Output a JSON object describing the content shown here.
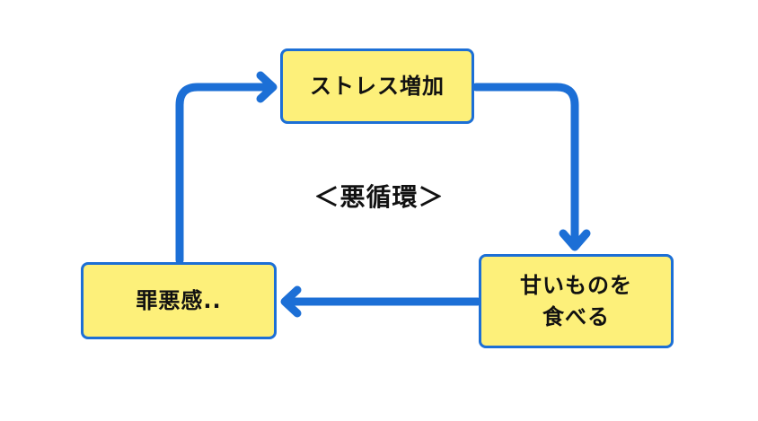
{
  "diagram": {
    "title": "＜悪循環＞",
    "nodes": [
      {
        "id": "stress",
        "label": "ストレス増加"
      },
      {
        "id": "sweets",
        "label": "甘いものを\n食べる"
      },
      {
        "id": "guilt",
        "label": "罪悪感.."
      }
    ],
    "edges": [
      {
        "from": "stress",
        "to": "sweets"
      },
      {
        "from": "sweets",
        "to": "guilt"
      },
      {
        "from": "guilt",
        "to": "stress"
      }
    ]
  },
  "colors": {
    "node_fill": "#fdf07a",
    "node_border": "#1c6fd6",
    "arrow": "#1c6fd6",
    "text": "#111111"
  }
}
